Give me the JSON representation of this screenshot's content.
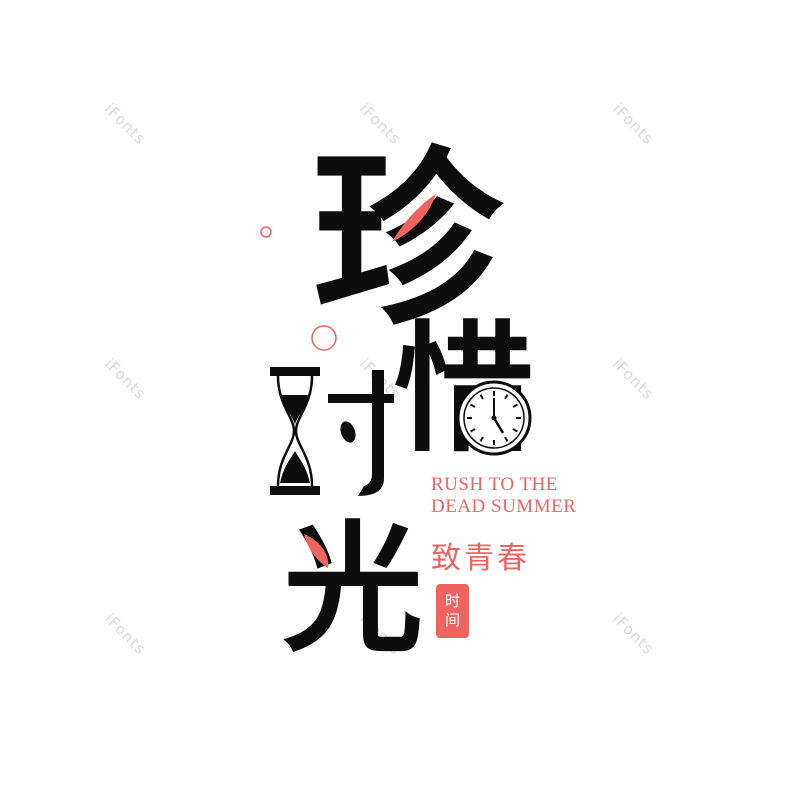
{
  "watermark": {
    "text": "iFonts",
    "color": "#d9d9d9"
  },
  "title": {
    "chars": [
      "珍",
      "惜",
      "时",
      "光"
    ],
    "color": "#0d0d0d",
    "accent_color": "#ef6461"
  },
  "english_tagline": {
    "line1": "RUSH TO THE",
    "line2": "DEAD SUMMER"
  },
  "chinese_subtitle": "致青春",
  "seal": {
    "line1": "时",
    "line2": "间"
  },
  "icons": [
    "hourglass-icon",
    "clock-icon",
    "bubble-icon"
  ]
}
